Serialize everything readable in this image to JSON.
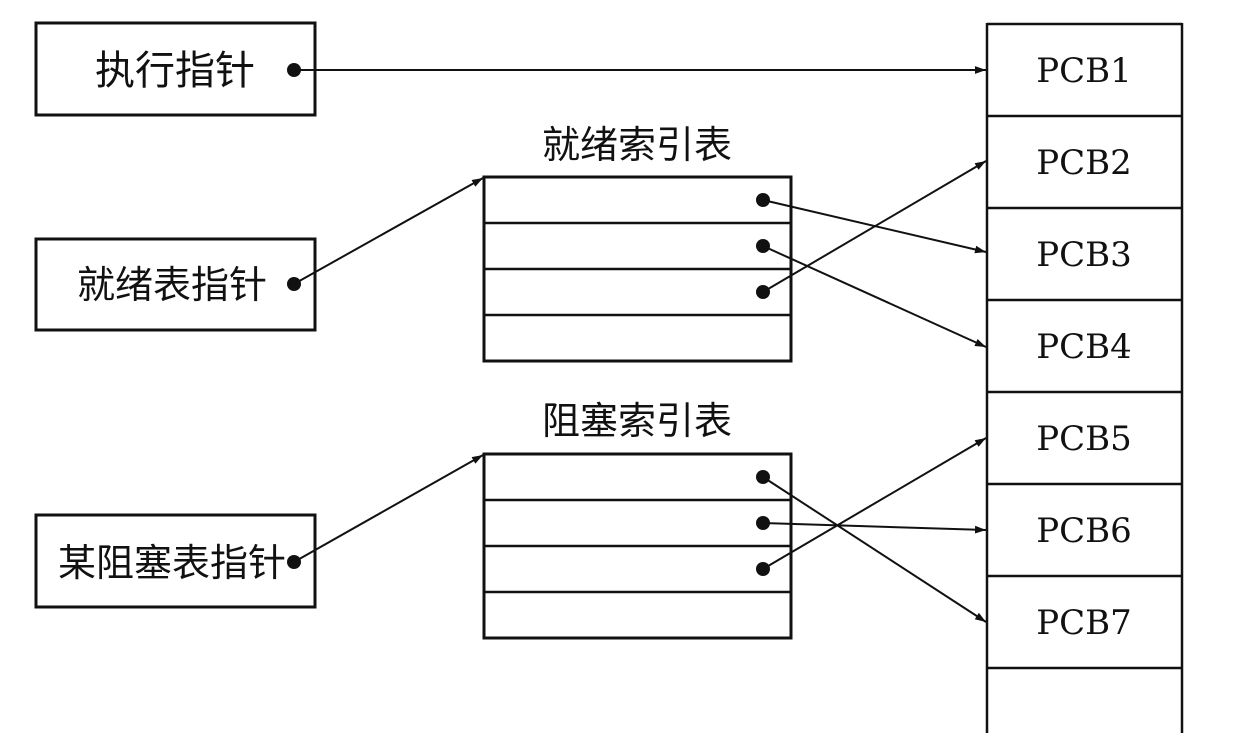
{
  "pointers": {
    "exec": "执行指针",
    "ready": "就绪表指针",
    "blocked": "某阻塞表指针"
  },
  "tables": {
    "ready_title": "就绪索引表",
    "blocked_title": "阻塞索引表"
  },
  "pcbs": [
    "PCB1",
    "PCB2",
    "PCB3",
    "PCB4",
    "PCB5",
    "PCB6",
    "PCB7",
    ""
  ],
  "links": {
    "ready_index": [
      "PCB3",
      "PCB4",
      "PCB2"
    ],
    "blocked_index": [
      "PCB7",
      "PCB6",
      "PCB5"
    ]
  },
  "colors": {
    "ink": "#111111",
    "background": "#ffffff"
  }
}
